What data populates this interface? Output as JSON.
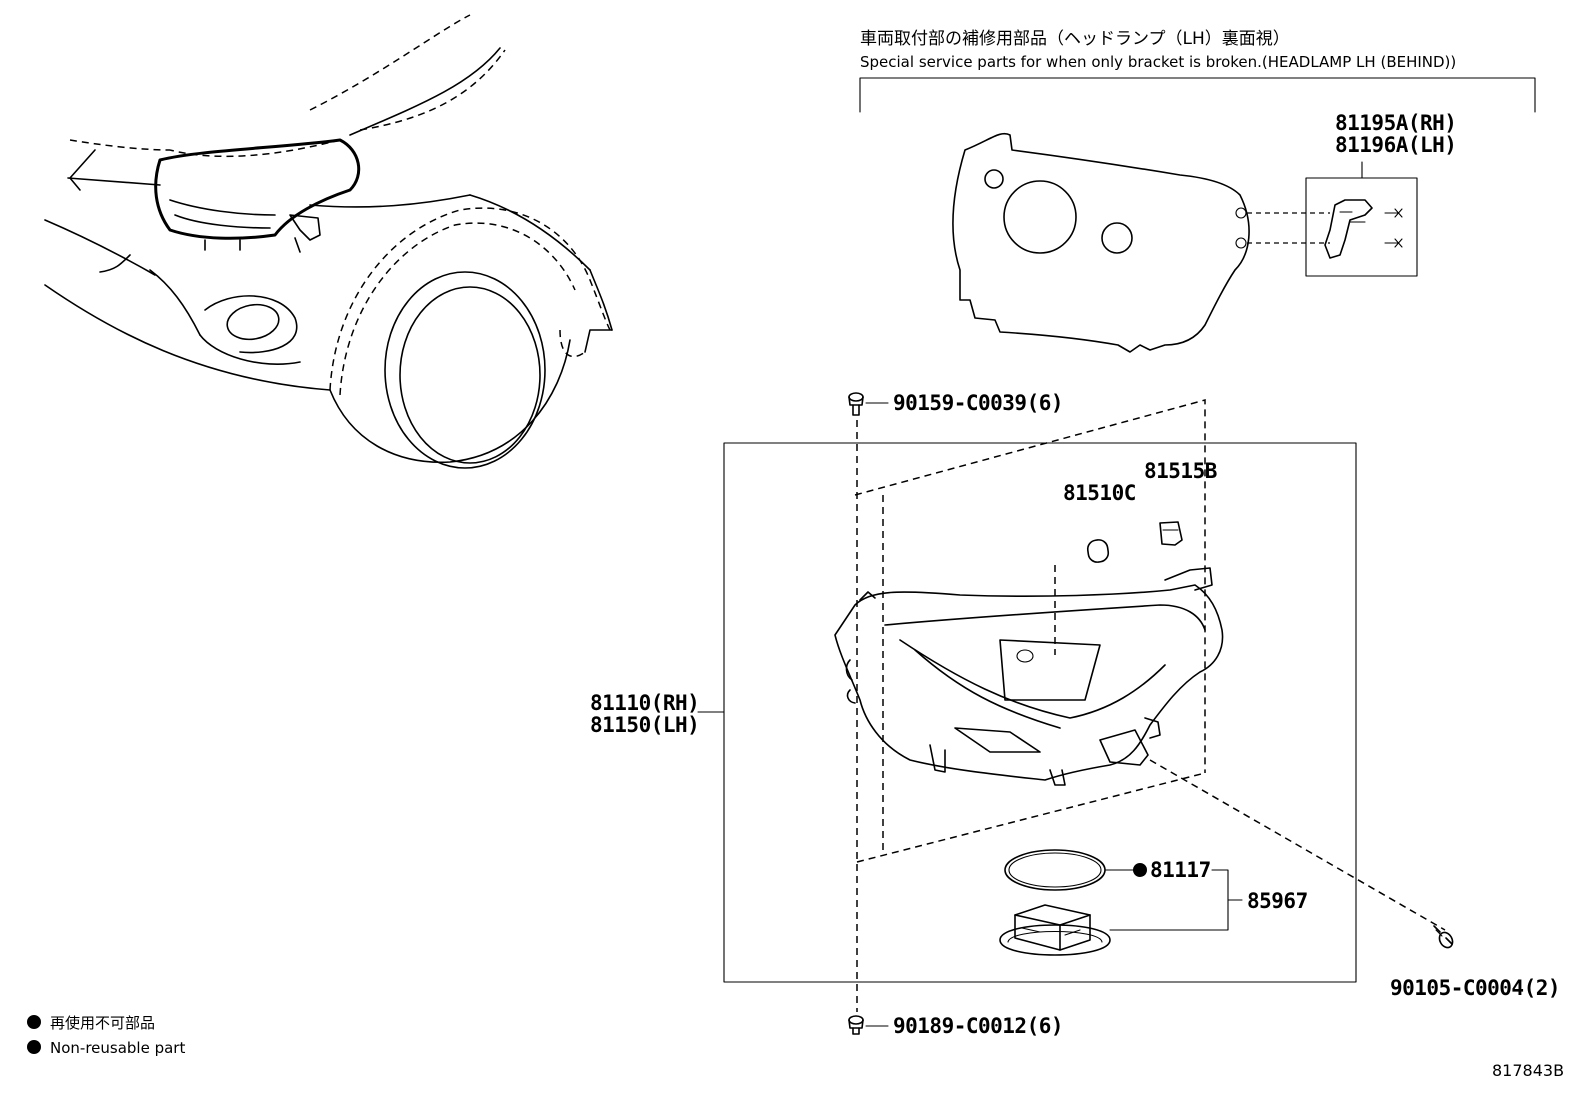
{
  "header": {
    "caption_jp": "車両取付部の補修用部品（ヘッドランプ（LH）裏面視）",
    "caption_en": "Special service parts for when only bracket is broken.(HEADLAMP LH (BEHIND))"
  },
  "parts": {
    "bracket_rh": "81195A(RH)",
    "bracket_lh": "81196A(LH)",
    "screw_top": "90159-C0039(6)",
    "bulb": "81510C",
    "socket": "81515B",
    "headlamp_rh": "81110(RH)",
    "headlamp_lh": "81150(LH)",
    "gasket": "81117",
    "computer": "85967",
    "screw_right": "90105-C0004(2)",
    "screw_bottom": "90189-C0012(6)"
  },
  "legend": {
    "jp": "再使用不可部品",
    "en": "Non-reusable part"
  },
  "illustration_number": "817843B"
}
